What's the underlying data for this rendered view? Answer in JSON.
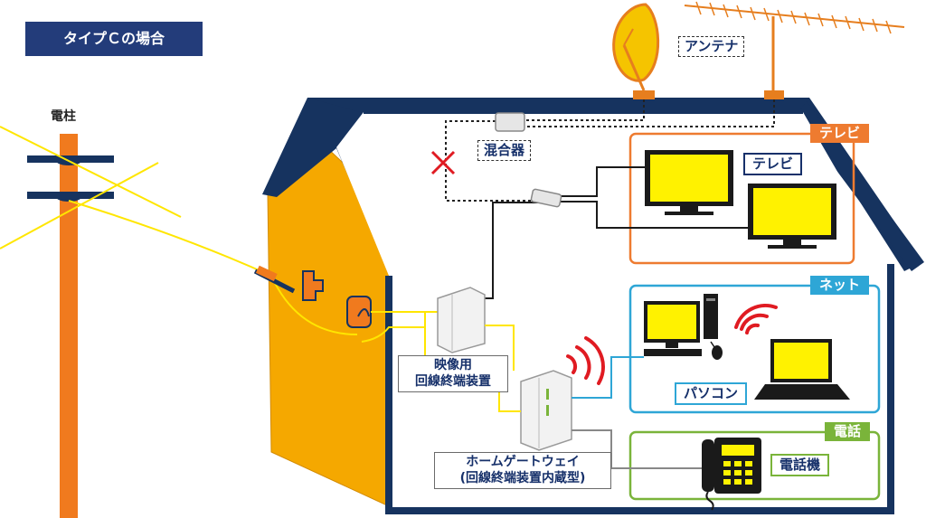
{
  "title": "タイプＣの場合",
  "labels": {
    "pole": "電柱",
    "antenna": "アンテナ",
    "mixer": "混合器",
    "tv_group": "テレビ",
    "tv": "テレビ",
    "net_group": "ネット",
    "pc": "パソコン",
    "phone_group": "電話",
    "phone": "電話機",
    "onu_line1": "映像用",
    "onu_line2": "回線終端装置",
    "gw_line1": "ホームゲートウェイ",
    "gw_line2": "(回線終端装置内蔵型)"
  },
  "colors": {
    "roof": "#16335f",
    "house_wall": "#f5a800",
    "pole": "#f07a1e",
    "tv_group": "#ee7b30",
    "net_group": "#2ea6d6",
    "phone_group": "#7ab43a",
    "screen": "#fff200",
    "fiber": "#ffe600",
    "wifi": "#e01b22"
  },
  "icons": [
    "satellite-dish-icon",
    "yagi-antenna-icon",
    "cross-mark-icon",
    "tv-icon",
    "desktop-pc-icon",
    "laptop-icon",
    "mouse-icon",
    "phone-icon",
    "wifi-icon"
  ]
}
